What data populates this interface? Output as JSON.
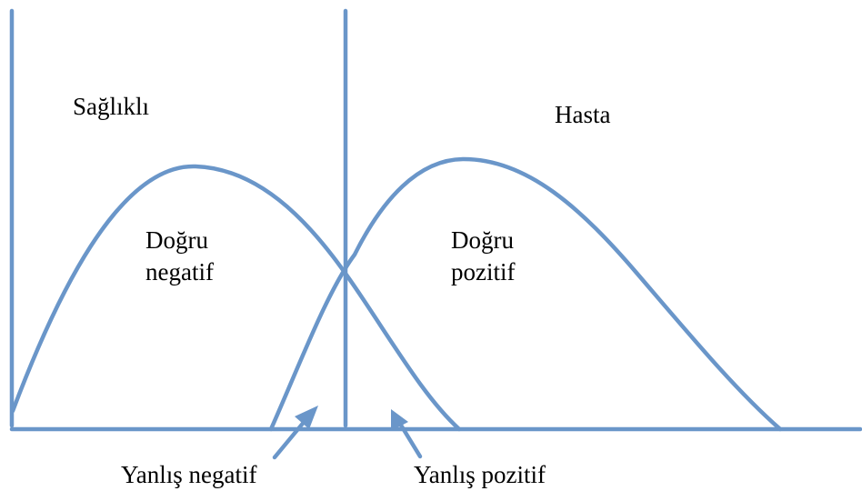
{
  "labels": {
    "healthy": "Sağlıklı",
    "sick": "Hasta",
    "true_negative_line1": "Doğru",
    "true_negative_line2": "negatif",
    "true_positive_line1": "Doğru",
    "true_positive_line2": "pozitif",
    "false_negative": "Yanlış negatif",
    "false_positive": "Yanlış pozitif"
  },
  "colors": {
    "stroke": "#6A96C9",
    "text": "#000000"
  }
}
